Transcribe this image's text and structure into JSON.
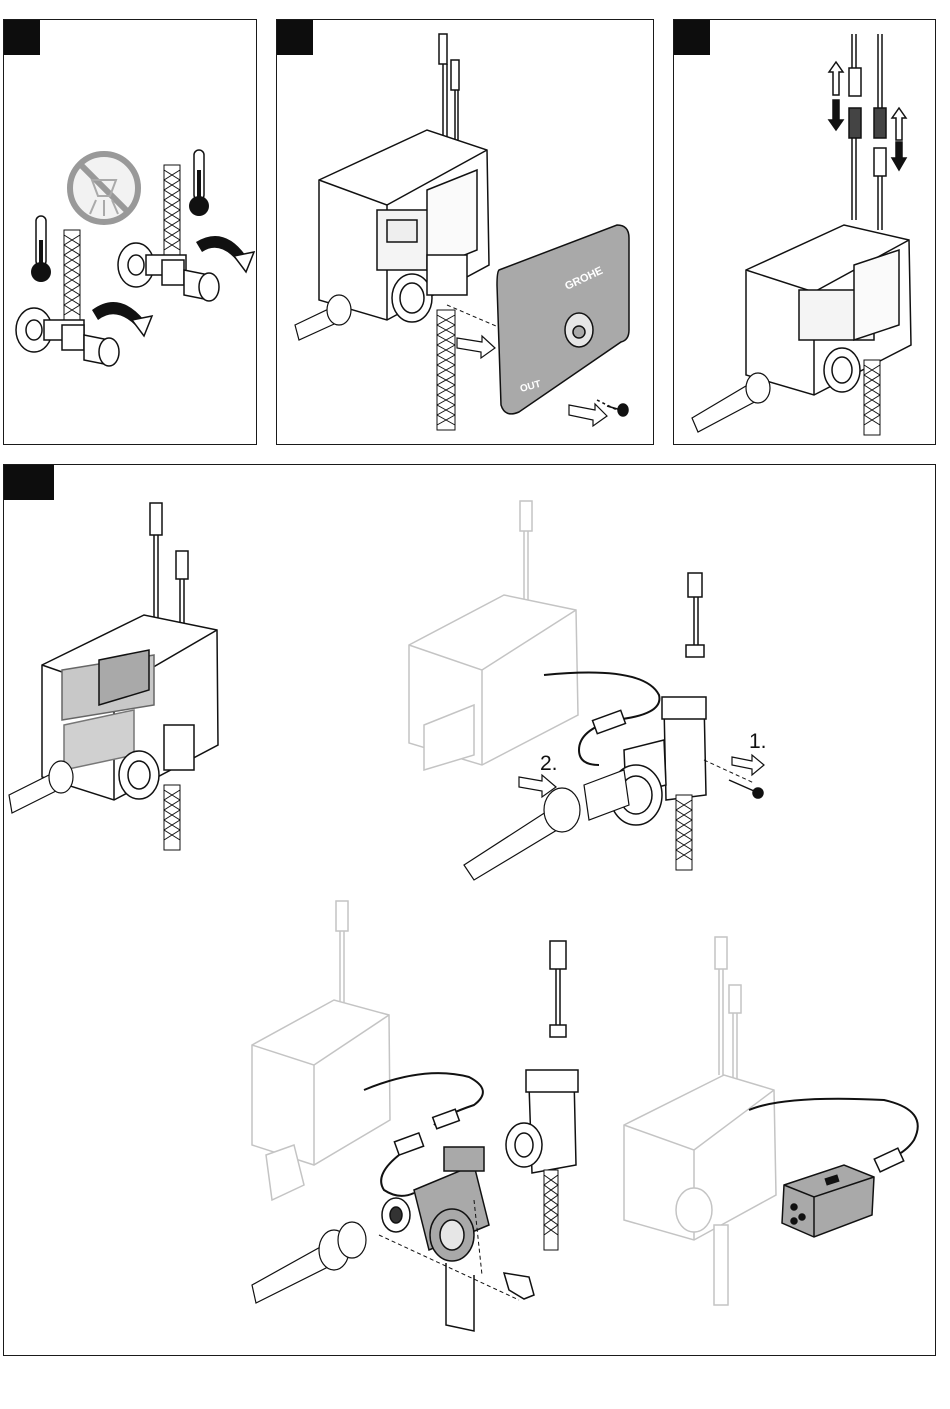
{
  "panels": [
    {
      "id": "step-1",
      "tab": ""
    },
    {
      "id": "step-2",
      "tab": ""
    },
    {
      "id": "step-3",
      "tab": ""
    },
    {
      "id": "step-4",
      "tab": ""
    }
  ],
  "step2": {
    "cover_brand": "GROHE",
    "cover_label": "OUT"
  },
  "step4": {
    "label_1": "1.",
    "label_2": "2."
  },
  "colors": {
    "line": "#1a1a1a",
    "gray_fill": "#a9a9a9",
    "light_fill": "#e6e6e6",
    "ghost_line": "#c4c4c4",
    "tab": "#0d0d0d"
  }
}
